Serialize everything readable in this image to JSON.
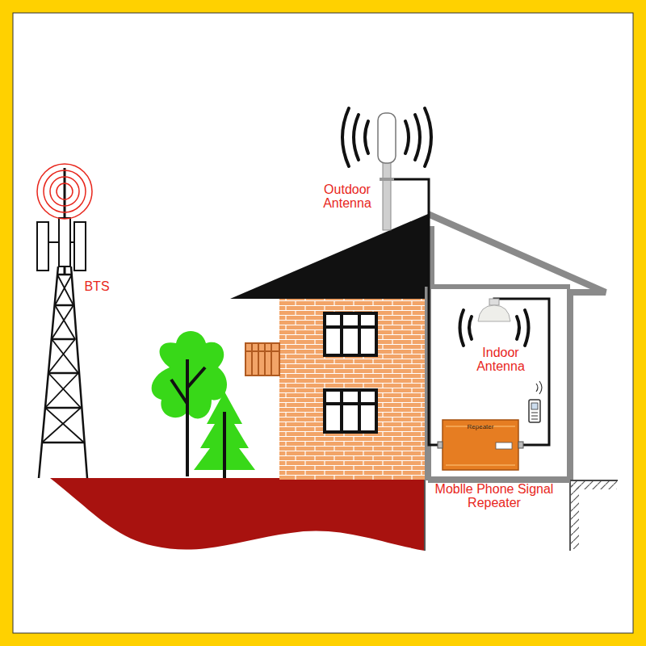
{
  "diagram": {
    "nodes": [
      {
        "text": [
          "Repeater"
        ]
      }
    ],
    "labels": [
      "Outdoor Antenna",
      "BTS",
      "Indoor Antenna",
      "Moblle Phone Signal Repeater"
    ]
  }
}
